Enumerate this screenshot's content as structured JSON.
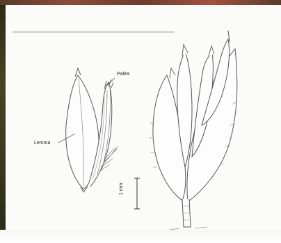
{
  "labels": {
    "palea": "Palea",
    "lemma": "Lemma",
    "scale_bar": "1 mm"
  },
  "colors": {
    "paper": "#fbfbfa",
    "ink": "#444444",
    "background_dark": "#2d2a1c"
  }
}
